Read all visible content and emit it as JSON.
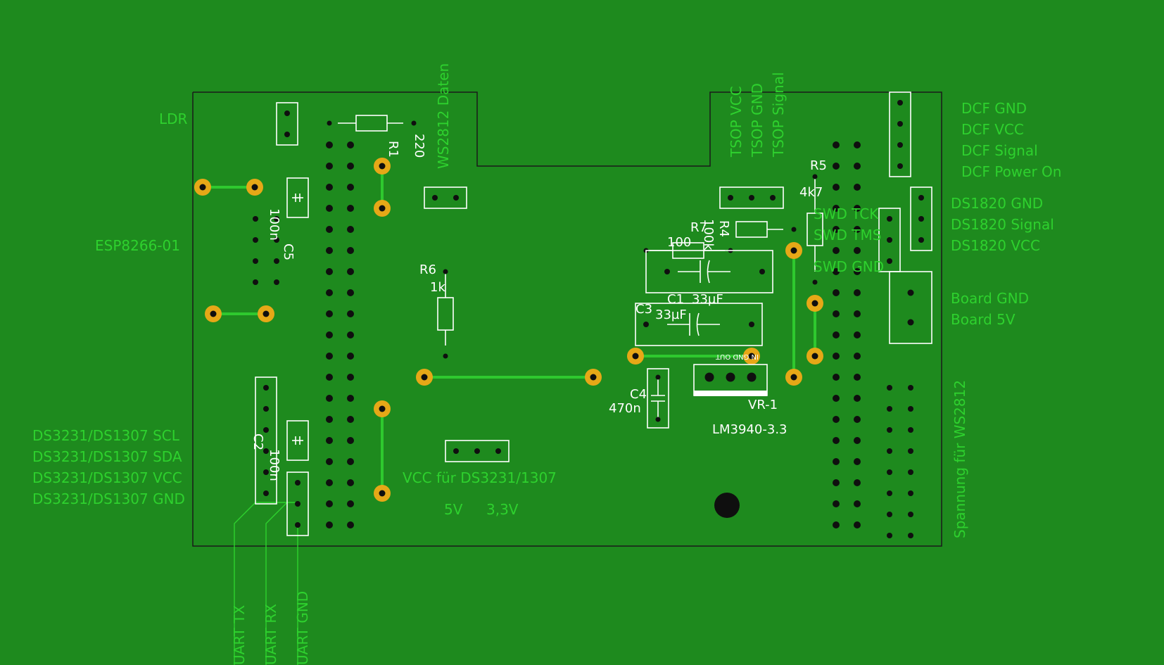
{
  "labels": {
    "ldr": "LDR",
    "esp": "ESP8266-01",
    "ds_scl": "DS3231/DS1307 SCL",
    "ds_sda": "DS3231/DS1307 SDA",
    "ds_vcc": "DS3231/DS1307 VCC",
    "ds_gnd": "DS3231/DS1307 GND",
    "uart_tx": "UART TX",
    "uart_rx": "UART RX",
    "uart_gnd": "UART GND",
    "ws2812_data": "WS2812 Daten",
    "vcc_ds": "VCC für DS3231/1307",
    "v5": "5V",
    "v33": "3,3V",
    "tsop_vcc": "TSOP VCC",
    "tsop_gnd": "TSOP GND",
    "tsop_signal": "TSOP Signal",
    "swd_tck": "SWD TCK",
    "swd_tms": "SWD TMS",
    "swd_gnd": "SWD GND",
    "dcf_gnd": "DCF GND",
    "dcf_vcc": "DCF VCC",
    "dcf_signal": "DCF Signal",
    "dcf_power": "DCF Power On",
    "ds1820_gnd": "DS1820 GND",
    "ds1820_signal": "DS1820 Signal",
    "ds1820_vcc": "DS1820 VCC",
    "board_gnd": "Board GND",
    "board_5v": "Board 5V",
    "spannung": "Spannung für WS2812"
  },
  "components": {
    "r1": "R1",
    "r1_val": "220",
    "r6": "R6",
    "r6_val": "1k",
    "c5": "C5",
    "c5_val": "100n",
    "c2": "C2",
    "c2_val": "100n",
    "r7": "R7",
    "r7_val": "100",
    "r4": "R4",
    "r4_val": "100k",
    "r5": "R5",
    "r5_val": "4k7",
    "c1": "C1",
    "c1_val": "33µF",
    "c3": "C3",
    "c3_val": "33µF",
    "c4": "C4",
    "c4_val": "470n",
    "vr": "VR-1",
    "vr_part": "LM3940-3.3",
    "vr_pins": "IN GND OUT"
  },
  "colors": {
    "board": "#1e8a1e",
    "label_green": "#2ed12e",
    "silkscreen": "#ffffff",
    "pad": "#e6a817",
    "trace": "#2ec92e"
  }
}
